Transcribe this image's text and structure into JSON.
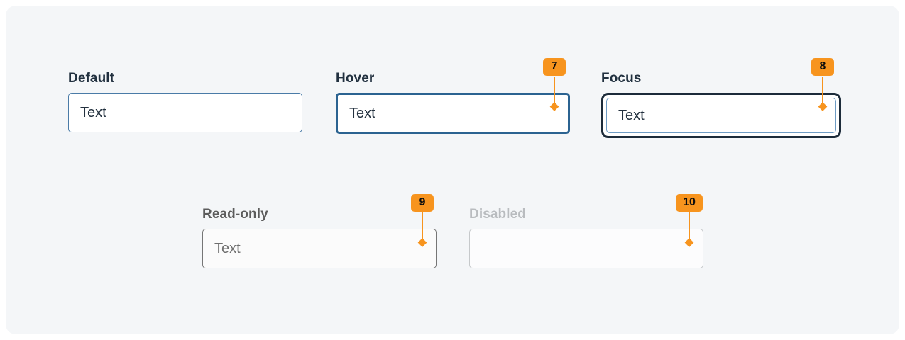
{
  "page": {
    "background": "#ffffff",
    "card_background": "#f4f6f8",
    "accent_color": "#F7941E"
  },
  "fields": [
    {
      "id": "default",
      "label": "Default",
      "value": "Text",
      "state": "default",
      "border_color": "#4a7ba7",
      "annotation": null
    },
    {
      "id": "hover",
      "label": "Hover",
      "value": "Text",
      "state": "hover",
      "border_color": "#2b6391",
      "annotation": "7"
    },
    {
      "id": "focus",
      "label": "Focus",
      "value": "Text",
      "state": "focus",
      "border_color": "#1c2b3a",
      "annotation": "8"
    },
    {
      "id": "readonly",
      "label": "Read-only",
      "value": "Text",
      "state": "read-only",
      "border_color": "#767676",
      "annotation": "9"
    },
    {
      "id": "disabled",
      "label": "Disabled",
      "value": "",
      "state": "disabled",
      "border_color": "#c6c9cb",
      "annotation": "10"
    }
  ]
}
